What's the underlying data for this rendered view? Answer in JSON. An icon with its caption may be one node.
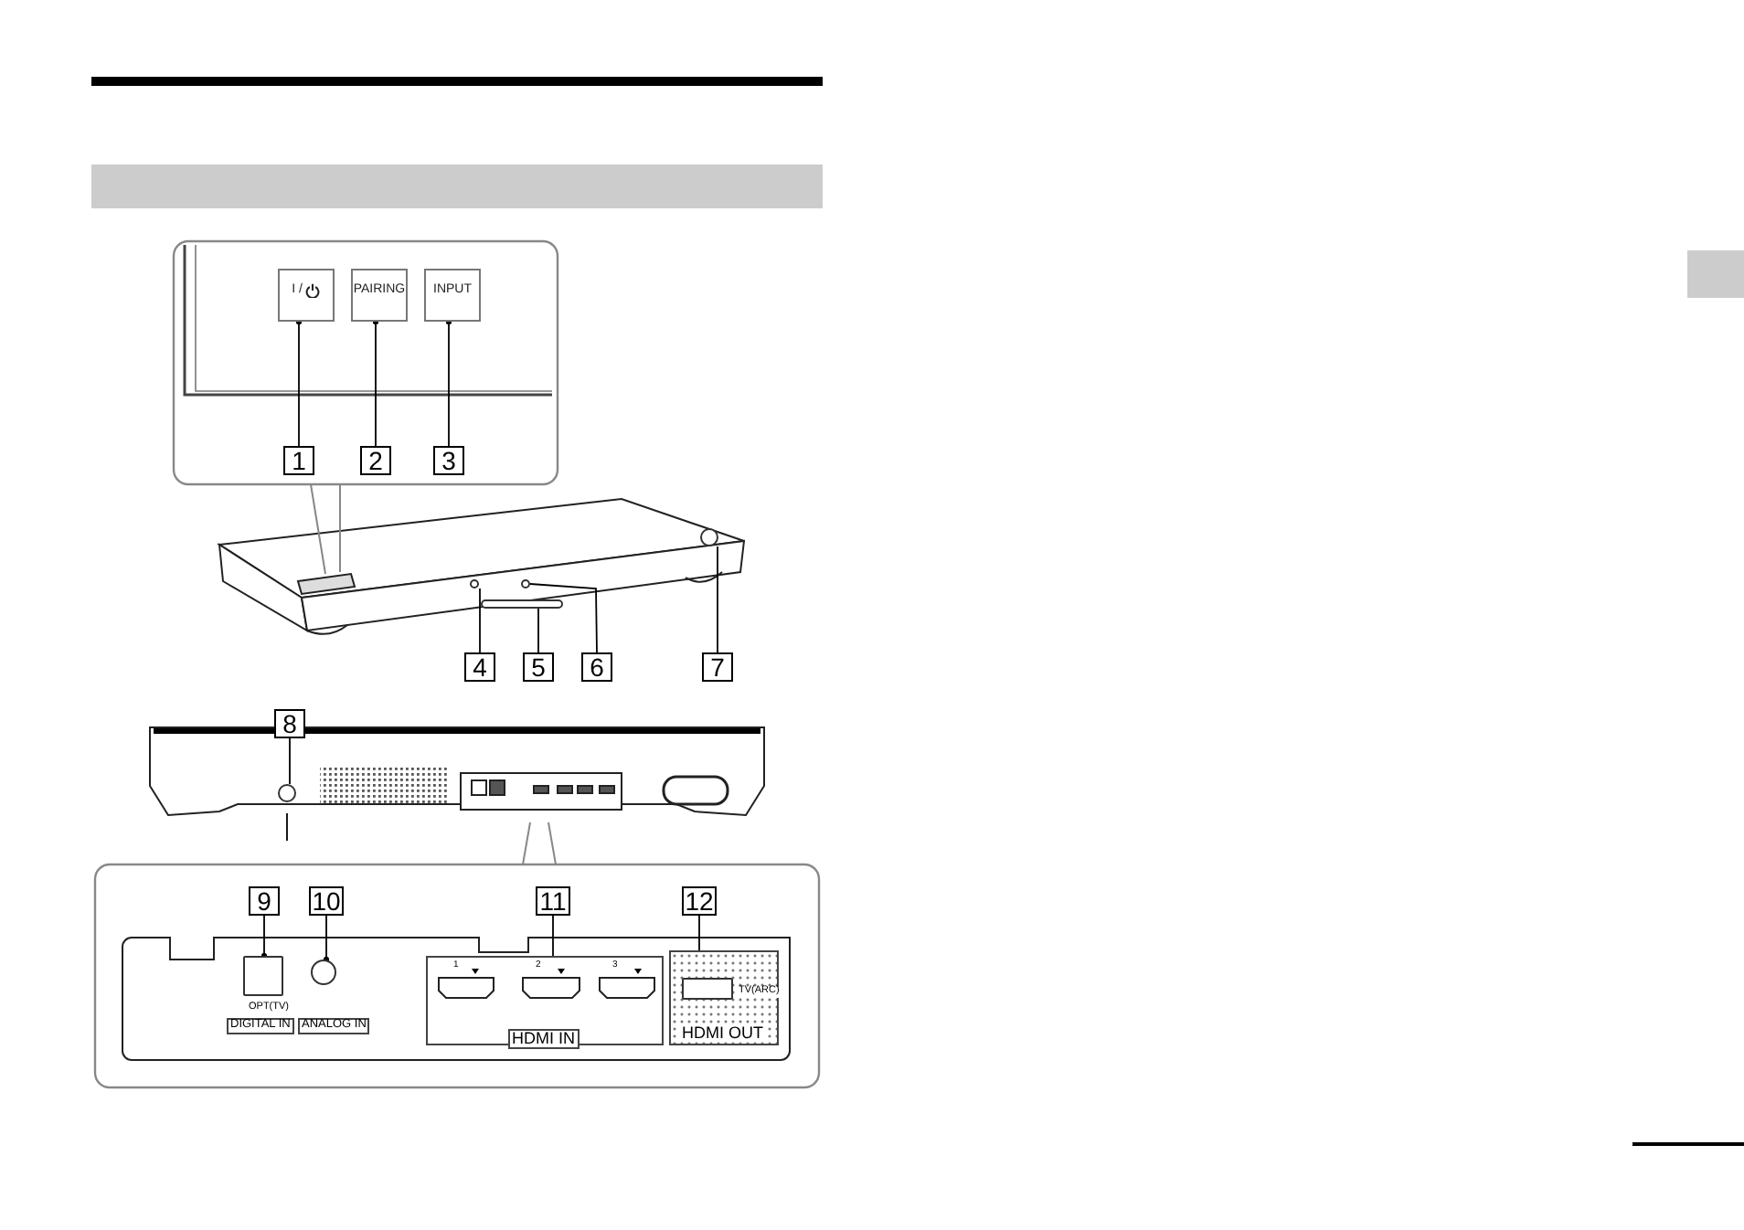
{
  "diagram": {
    "nodes": [
      {
        "text": [],
        "shape": "bar"
      },
      {
        "text": [
          "I /"
        ]
      },
      {
        "text": [
          "PAIRING"
        ]
      },
      {
        "text": [
          "INPUT"
        ]
      },
      {
        "text": [
          "1"
        ]
      },
      {
        "text": [
          "2"
        ]
      },
      {
        "text": [
          "3"
        ]
      },
      {
        "text": [],
        "shape": "circle"
      },
      {
        "text": [],
        "shape": "bar"
      },
      {
        "text": [],
        "shape": "circle"
      },
      {
        "text": [],
        "shape": "circle"
      },
      {
        "text": [
          "4"
        ]
      },
      {
        "text": [
          "5"
        ]
      },
      {
        "text": [
          "6"
        ]
      },
      {
        "text": [
          "7"
        ]
      },
      {
        "text": [
          "8"
        ]
      },
      {
        "text": [],
        "shape": "circle"
      },
      {
        "text": [
          "9"
        ]
      },
      {
        "text": [
          "10"
        ]
      },
      {
        "text": [
          "11"
        ]
      },
      {
        "text": [
          "12"
        ]
      },
      {
        "text": [],
        "shape": "box"
      },
      {
        "text": [],
        "shape": "circle"
      },
      {
        "text": [
          "HDMI IN"
        ]
      },
      {
        "text": [
          "TV(ARC)",
          "HDMI OUT"
        ]
      },
      {
        "text": [],
        "shape": "box",
        "in": 24
      }
    ],
    "edges": [
      {
        "from": 4,
        "to": 1,
        "arrow": "other"
      },
      {
        "from": 5,
        "to": 2,
        "arrow": "other"
      },
      {
        "from": 6,
        "to": 3,
        "arrow": "other"
      },
      {
        "from": 11,
        "to": 7,
        "arrow": "none"
      },
      {
        "from": 12,
        "to": 8,
        "arrow": "none"
      },
      {
        "from": 13,
        "to": 9,
        "arrow": "none"
      },
      {
        "from": 14,
        "to": 10,
        "arrow": "none"
      },
      {
        "from": 15,
        "to": 16,
        "arrow": "none"
      },
      {
        "from": 17,
        "to": 21,
        "arrow": "other"
      },
      {
        "from": 18,
        "to": 22,
        "arrow": "other"
      },
      {
        "from": 19,
        "to": 23,
        "arrow": "none"
      },
      {
        "from": 20,
        "to": 25,
        "arrow": "none"
      }
    ],
    "labels": [
      "1",
      "2",
      "3",
      "OPT(TV)",
      "DIGITAL IN",
      "ANALOG IN"
    ]
  }
}
